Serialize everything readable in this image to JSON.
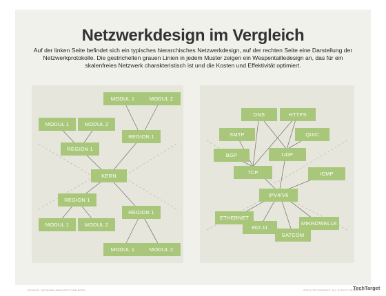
{
  "title": "Netzwerkdesign im Vergleich",
  "subtitle": "Auf der linken Seite befindet sich ein typisches hierarchisches Netzwerkdesign, auf der rechten Seite eine Darstellung der Netzwerkprotokolle. Die gestrichelten grauen Linien in jedem Muster zeigen ein Wespentailledesign an, das für ein skalenfreies Netzwerk charakteristisch ist und die Kosten und Effektivität optimiert.",
  "hierarchy_nodes": {
    "core": "KERN",
    "region_top_left": "REGION 1",
    "region_top_right": "REGION 1",
    "region_bottom_left": "REGION 1",
    "region_bottom_right": "REGION 1",
    "module_tl_1": "MODUL 1",
    "module_tl_2": "MODUL 2",
    "module_tr_1": "MODUL 1",
    "module_tr_2": "MODUL 2",
    "module_bl_1": "MODUL 1",
    "module_bl_2": "MODUL 2",
    "module_br_1": "MODUL 1",
    "module_br_2": "MODUL 2"
  },
  "protocol_nodes": {
    "dns": "DNS",
    "https": "HTTPS",
    "smtp": "SMTP",
    "quic": "QUIC",
    "bgp": "BGP",
    "udp": "UDP",
    "tcp": "TCP",
    "icmp": "ICMP",
    "ipv4v6": "IPV4/V6",
    "ethernet": "ETHERNET",
    "wifi": "802.11",
    "satcom": "SATCOM",
    "microwave": "MIKROWELLE"
  },
  "footer": {
    "source": "SOURCE: NETWORK ARCHITECTURE BOOK",
    "copyright": "©2024 TECHTARGET. ALL RIGHTS RESERVED.",
    "brand": "TechTarget"
  },
  "colors": {
    "node_fill": "#a9c77a",
    "node_text": "#ffffff",
    "panel_bg": "#e6e6dd",
    "line": "#7d7d78",
    "dashed_line": "#c5c5bc"
  }
}
